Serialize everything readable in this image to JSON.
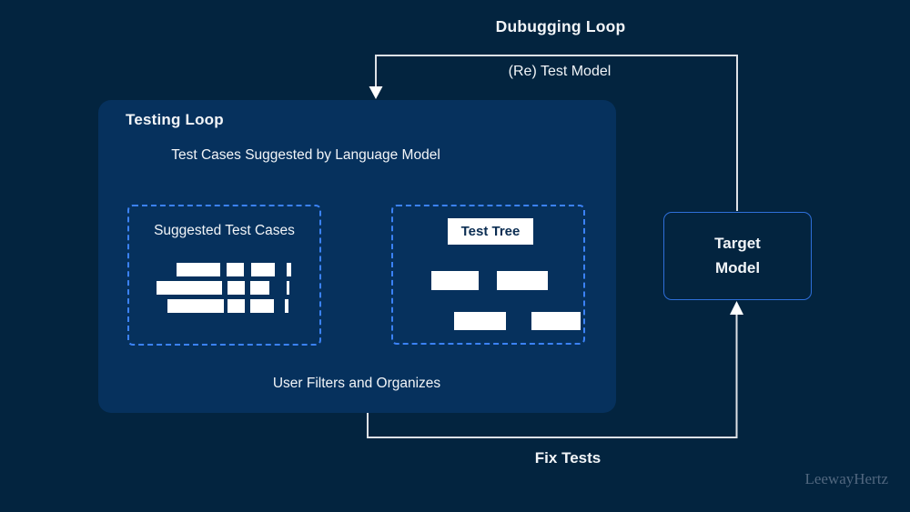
{
  "diagram": {
    "debugging_loop_title": "Dubugging Loop",
    "retest_label": "(Re) Test Model",
    "testing_loop_title": "Testing Loop",
    "suggested_by_lm_label": "Test Cases Suggested by Language Model",
    "suggested_test_cases_title": "Suggested Test Cases",
    "test_tree_label": "Test Tree",
    "user_filters_label": "User Filters and Organizes",
    "fix_tests_label": "Fix Tests",
    "target_model_label": "Target\nModel",
    "watermark": "LeewayHertz"
  },
  "colors": {
    "background": "#03243f",
    "panel": "#06315d",
    "dashed_border": "#3b82f6",
    "target_border": "#2e6fd9",
    "connector": "#dde1e6",
    "arrowhead": "#ffffff",
    "node_fill": "#ffffff",
    "tree_text": "#0b2d52",
    "watermark": "#51677f"
  }
}
